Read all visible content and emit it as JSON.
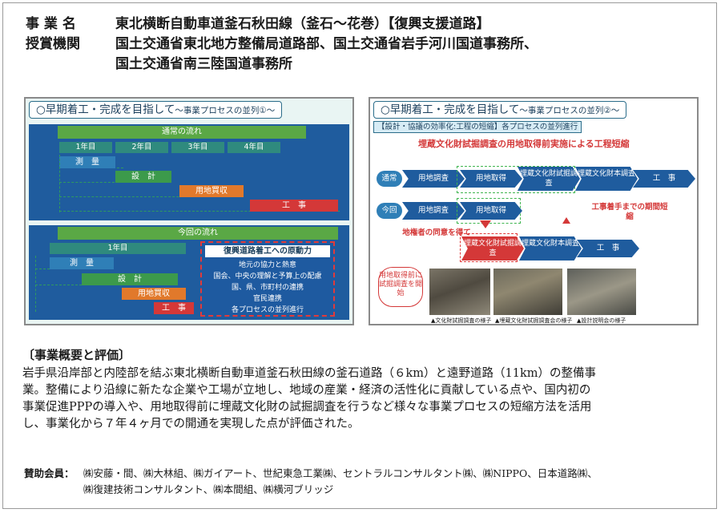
{
  "header": {
    "jigyo_key": "事 業 名",
    "jigyo_val": "東北横断自動車道釜石秋田線（釜石～花巻）【復興支援道路】",
    "jusho_key": "授賞機関",
    "jusho_val_line1": "国土交通省東北地方整備局道路部、国土交通省岩手河川国道事務所、",
    "jusho_val_line2": "国土交通省南三陸国道事務所"
  },
  "slide1": {
    "title_main": "○早期着工・完成を目指して",
    "title_sub": "～事業プロセスの並列①～",
    "normal_flow_label": "通常の流れ",
    "years": [
      "1年目",
      "2年目",
      "3年目",
      "4年目"
    ],
    "bars_normal": [
      "測　量",
      "設　計",
      "用地買収",
      "工　事"
    ],
    "current_flow_label": "今回の流れ",
    "current_year": "1年目",
    "bars_current": [
      "測　量",
      "設　計",
      "用地買収",
      "工　事"
    ],
    "driver_box": {
      "title": "復興道路着工への原動力",
      "items": [
        "地元の協力と熱意",
        "国会、中央の理解と予算上の配慮",
        "国、県、市町村の連携",
        "官民連携",
        "各プロセスの並列進行"
      ]
    }
  },
  "slide2": {
    "title_main": "○早期着工・完成を目指して",
    "title_sub": "～事業プロセスの並列②～",
    "subtitle": "【設計・協議の効率化:工程の短縮】各プロセスの並列進行",
    "red_headline": "埋蔵文化財試掘調査の用地取得前実施による工程短縮",
    "row_normal_label": "通常",
    "row_now_label": "今回",
    "normal_steps": [
      "用地調査",
      "用地取得",
      "埋蔵文化財試掘調査",
      "埋蔵文化財本調査",
      "工　事"
    ],
    "now_steps": [
      "用地調査",
      "用地取得"
    ],
    "now_steps_row2": [
      "埋蔵文化財試掘調査",
      "埋蔵文化財本調査",
      "工　事"
    ],
    "note_consent": "地権者の同意を得て",
    "note_shorten": "工事着手までの期間短縮",
    "callout": "用地取得前に試掘調査を開始",
    "captions": [
      "▲文化財試掘調査の様子",
      "▲埋蔵文化財試掘調査会の様子",
      "▲設計説明会の様子"
    ]
  },
  "summary": {
    "title": "〔事業概要と評価〕",
    "lines": [
      "岩手県沿岸部と内陸部を結ぶ東北横断自動車道釜石秋田線の釜石道路（６km）と遠野道路（11km）の整備事",
      "業。整備により沿線に新たな企業や工場が立地し、地域の産業・経済の活性化に貢献している点や、国内初の",
      "事業促進PPPの導入や、用地取得前に埋蔵文化財の試掘調査を行うなど様々な事業プロセスの短縮方法を活用",
      "し、事業化から７年４ヶ月での開通を実現した点が評価された。"
    ]
  },
  "sponsors": {
    "label": "賛助会員：",
    "line1": "㈱安藤・間、㈱大林組、㈱ガイアート、世紀東急工業㈱、セントラルコンサルタント㈱、㈱NIPPO、日本道路㈱、",
    "line2": "㈱復建技術コンサルタント、㈱本間組、㈱横河ブリッジ"
  }
}
